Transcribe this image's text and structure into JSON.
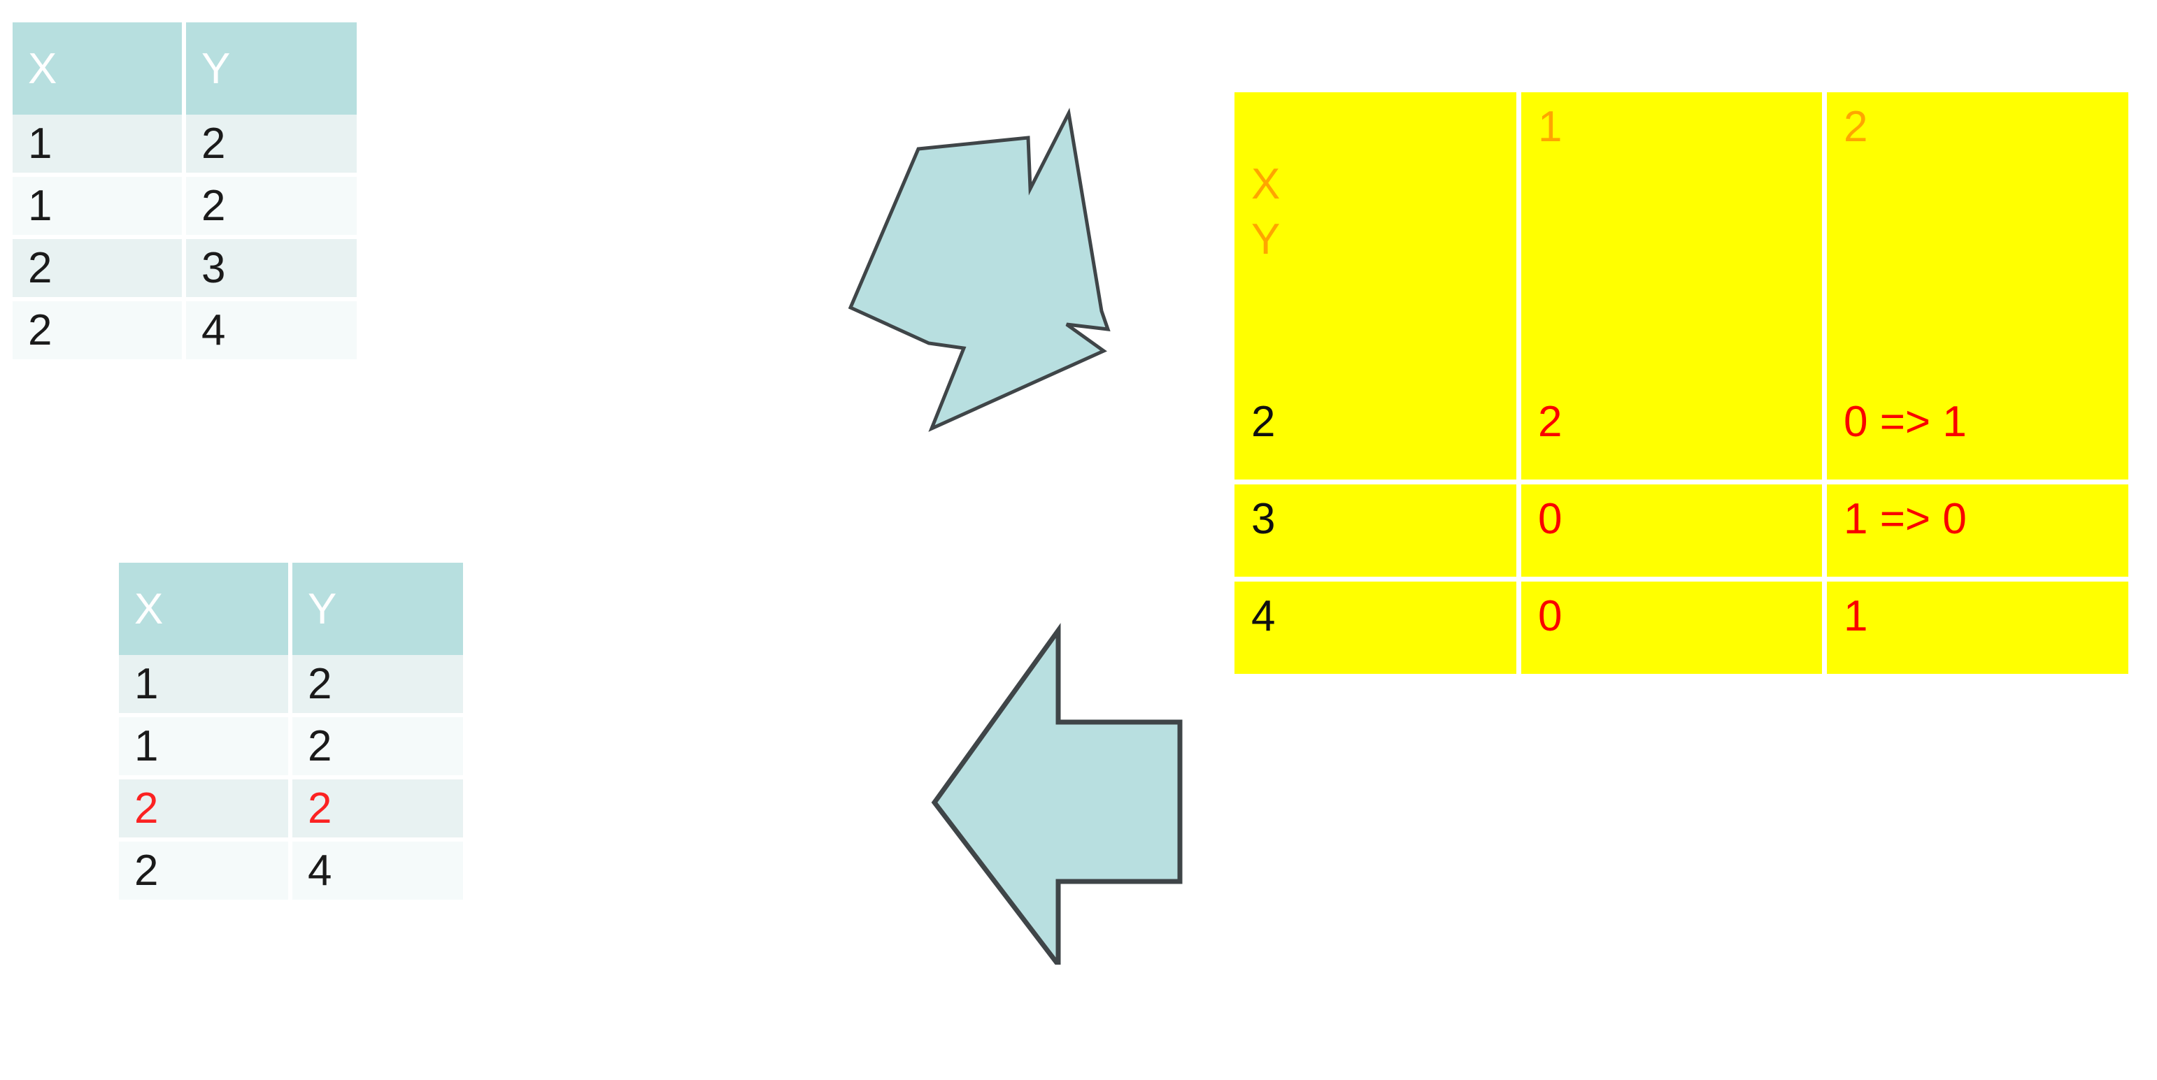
{
  "diagram": {
    "title_text": "",
    "colors": {
      "teal_header": "#b7dfdf",
      "teal_row_odd": "#e8f2f2",
      "teal_row_even": "#f5fafa",
      "yellow_cell": "#ffff00",
      "orange_text": "#ffa500",
      "red_text": "#f90000",
      "black_text": "#101010",
      "arrow_fill": "#b8dfe0",
      "arrow_stroke": "#3f4548"
    }
  },
  "source_table": {
    "name": "source-xy-table",
    "columns": [
      "X",
      "Y"
    ],
    "rows": [
      {
        "x": "1",
        "y": "2",
        "x_red": false,
        "y_red": false
      },
      {
        "x": "1",
        "y": "2",
        "x_red": false,
        "y_red": false
      },
      {
        "x": "2",
        "y": "3",
        "x_red": false,
        "y_red": false
      },
      {
        "x": "2",
        "y": "4",
        "x_red": false,
        "y_red": false
      }
    ]
  },
  "result_table": {
    "name": "result-xy-table",
    "columns": [
      "X",
      "Y"
    ],
    "rows": [
      {
        "x": "1",
        "y": "2",
        "x_red": false,
        "y_red": false
      },
      {
        "x": "1",
        "y": "2",
        "x_red": false,
        "y_red": false
      },
      {
        "x": "2",
        "y": "2",
        "x_red": true,
        "y_red": true
      },
      {
        "x": "2",
        "y": "4",
        "x_red": false,
        "y_red": false
      }
    ]
  },
  "pivot_table": {
    "name": "xy-crosstab",
    "corner_row_label": "X",
    "corner_col_label": "Y",
    "column_headers": [
      "1",
      "2"
    ],
    "rows": [
      {
        "label": "2",
        "cells": [
          "2",
          "0 => 1"
        ]
      },
      {
        "label": "3",
        "cells": [
          "0",
          "1 => 0"
        ]
      },
      {
        "label": "4",
        "cells": [
          "0",
          "1"
        ]
      }
    ]
  },
  "arrows": {
    "top": {
      "name": "jagged-arrow-down-right",
      "direction": "down-right"
    },
    "bottom": {
      "name": "block-arrow-left",
      "direction": "left"
    }
  }
}
